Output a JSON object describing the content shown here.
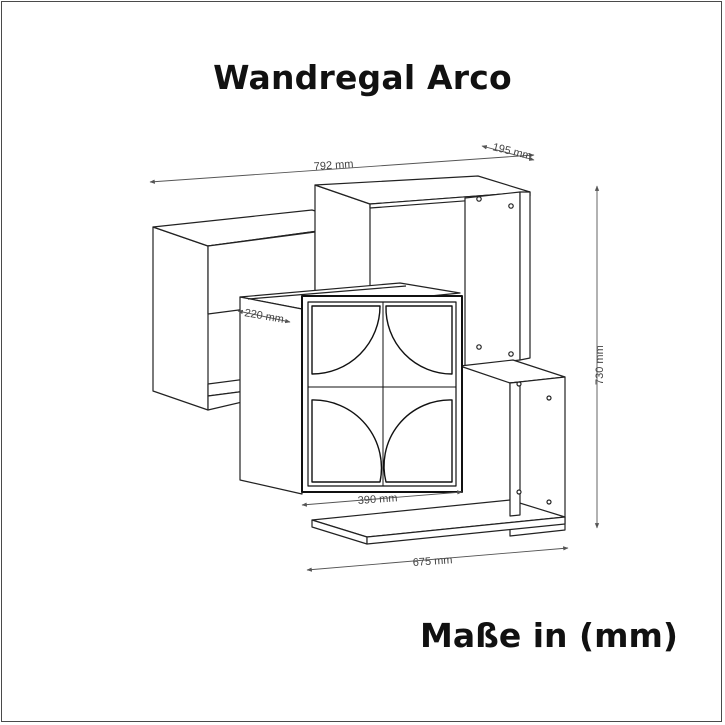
{
  "title": "Wandregal Arco",
  "units_note": "Maße in (mm)",
  "dimensions": {
    "overall_width": "792 mm",
    "depth": "195 mm",
    "height": "730 mm",
    "door_depth": "220 mm",
    "door_width": "390 mm",
    "bottom_width": "675 mm"
  },
  "colors": {
    "line": "#222222",
    "dim_line": "#555555",
    "door_outline": "#111111"
  }
}
